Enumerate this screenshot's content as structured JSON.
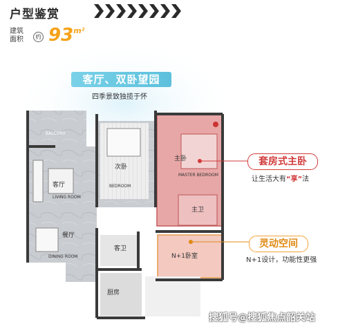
{
  "header": {
    "title": "户型鉴赏",
    "area_label": "建筑面积",
    "area_circle": "约",
    "area_value": "93",
    "area_unit": "m²"
  },
  "banner": {
    "title": "客厅、双卧望园",
    "subtitle": "四季景致独揽于怀"
  },
  "rooms": {
    "balcony": "BALCONY",
    "living": "客厅",
    "living_en": "LIVING ROOM",
    "bedroom2": "次卧",
    "bedroom2_en": "BEDROOM",
    "master": "主卧",
    "master_en": "MASTER BEDROOM",
    "master_bath": "主卫",
    "dining": "餐厅",
    "dining_en": "DINING ROOM",
    "guest_bath": "客卫",
    "n1": "N+1卧室",
    "kitchen": "厨房"
  },
  "callouts": {
    "suite_title": "套房式主卧",
    "suite_sub_pre": "让生活大有",
    "suite_sub_em": "“享”",
    "suite_sub_post": "法",
    "flex_title": "灵动空间",
    "flex_sub": "N+1设计，功能性更强"
  },
  "watermark": "搜狐号@搜狐焦点韶关站",
  "colors": {
    "accent_red": "#d23a3a",
    "accent_orange": "#f5a21a",
    "banner_blue": "#5cc0dc"
  }
}
